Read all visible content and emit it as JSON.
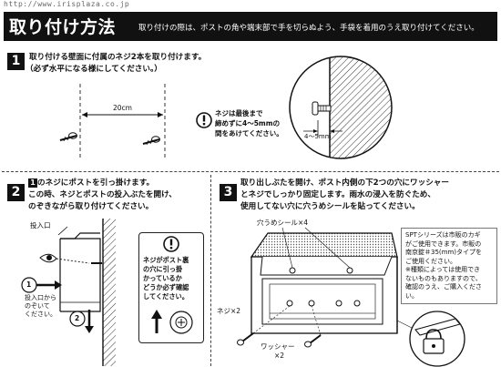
{
  "site_url": "http://www.irisplaza.co.jp",
  "header": {
    "title": "取り付け方法",
    "note": "取り付けの際は、ポストの角や端末部で手を切らぬよう、手袋を着用のうえ取り付けてください。"
  },
  "step1": {
    "number": "1",
    "line1": "取り付ける壁面に付属のネジ2本を取り付けます。",
    "line2": "（必ず水平になる様にしてください。）",
    "distance": "20cm",
    "warning": [
      "ネジは最後まで",
      "締めずに4～5mmの",
      "間をあけてください。"
    ],
    "gap_label": "4～5mm"
  },
  "step2": {
    "number": "2",
    "line1_num": "1",
    "line1": "のネジにポストを引っ掛けます。",
    "line2": "この時、ネジとポストの投入ぶたを開け、",
    "line3": "のぞきながら取り付けてください。",
    "slot_label": "投入口",
    "arrow1_num": "1",
    "arrow1_note": [
      "投入口から",
      "のぞいて",
      "ください。"
    ],
    "arrow2_num": "2",
    "check_text": [
      "ネジがポスト裏",
      "の穴に引っ掛",
      "かっているか",
      "どうか必ず確認",
      "してください。"
    ]
  },
  "step3": {
    "number": "3",
    "line1": "取り出しぶたを開け、ポスト内側の下2つの穴にワッシャー",
    "line2": "とネジでしっかり固定します。雨水の浸入を防ぐため、",
    "line3": "使用してない穴に穴うめシールを貼ってください。",
    "seal_label": "穴うめシール×4",
    "screw_label": "ネジ×2",
    "washer_label": [
      "ワッシャー",
      "×2"
    ],
    "spt_note": [
      "SPTシリーズは市販のカギ",
      "がご使用できます。市販の",
      "南京錠＃35(mm)タイプを",
      "ご使用ください。",
      "※種類によっては使用でき",
      "ないものもありますので、",
      "確認のうえ、ご購入くださ",
      "い。"
    ]
  }
}
